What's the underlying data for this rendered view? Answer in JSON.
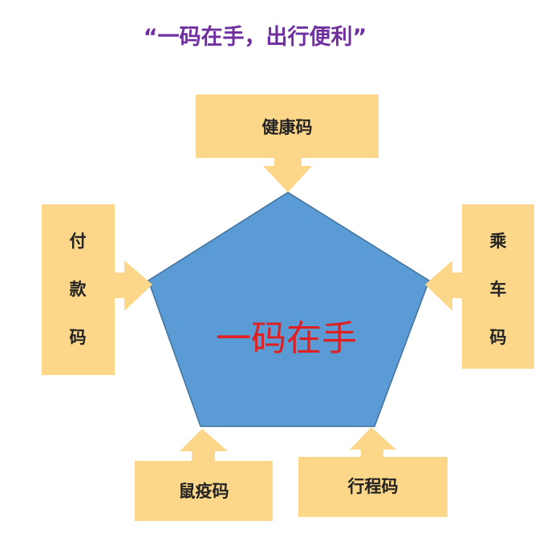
{
  "title": "“一码在手，出行便利”",
  "center": "一码在手",
  "codes": {
    "top": "健康码",
    "left": [
      "付",
      "款",
      "码"
    ],
    "right": [
      "乘",
      "车",
      "码"
    ],
    "bottom_left": "鼠疫码",
    "bottom_right": "行程码"
  },
  "colors": {
    "title": "#7030a0",
    "center_text": "#e02020",
    "pentagon": "#5b9bd5",
    "box": "#fcd789"
  }
}
